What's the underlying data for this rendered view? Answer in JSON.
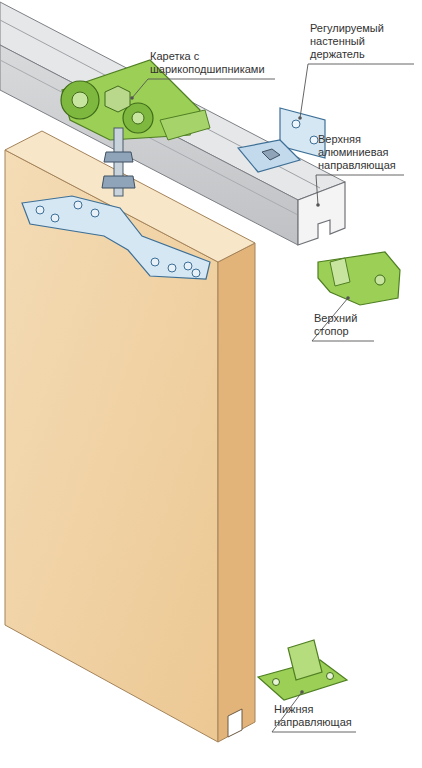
{
  "diagram": {
    "labels": [
      "Каретка с шарикоподшипниками",
      "Регулируемый настенный держатель",
      "Верхняя алюминиевая направляющая",
      "Верхний стопор",
      "Нижняя направляющая"
    ]
  }
}
